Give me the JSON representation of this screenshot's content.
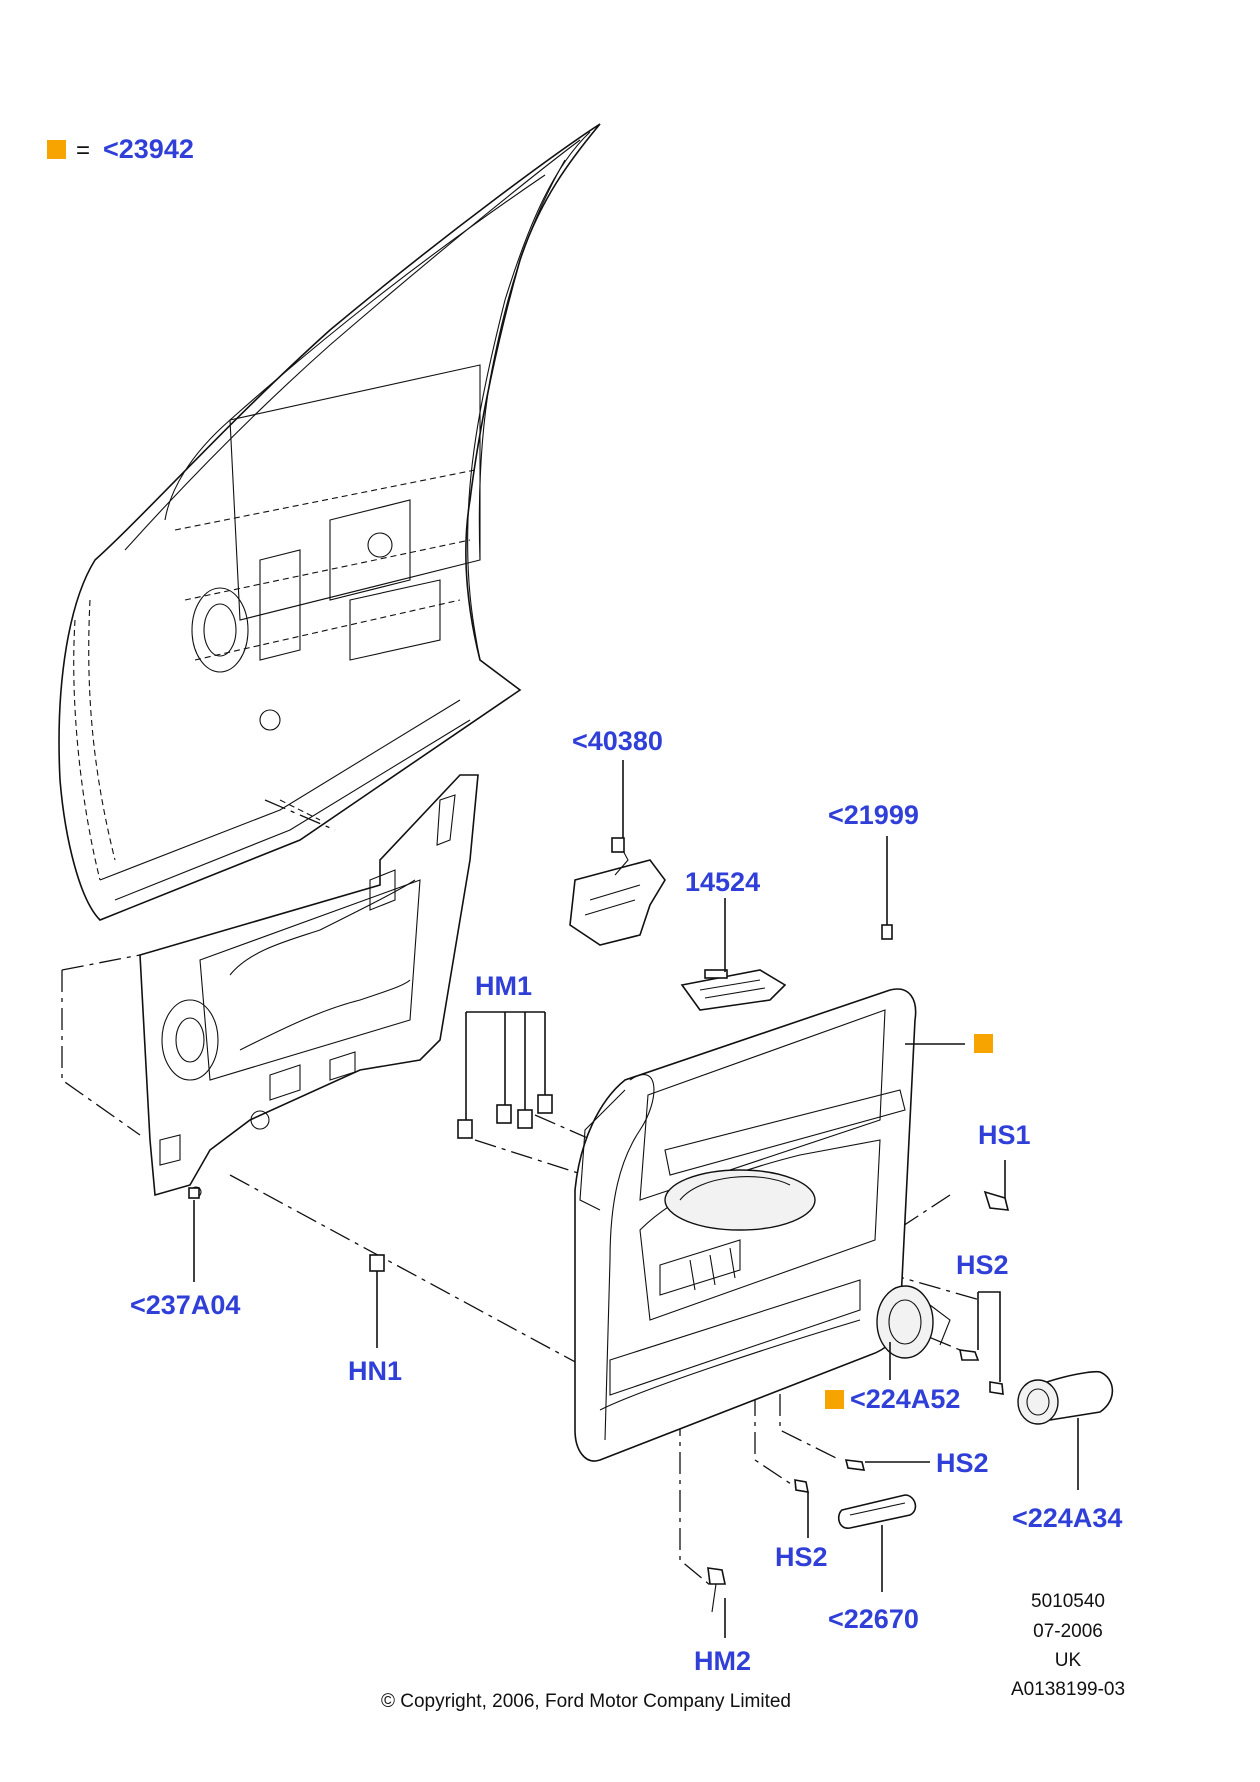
{
  "legend": {
    "marker_color": "#f7a400",
    "equals": "=",
    "ref": "<23942"
  },
  "colors": {
    "callout": "#2f3fd8",
    "marker": "#f7a400",
    "line": "#111111"
  },
  "callouts": {
    "c40380": "<40380",
    "c21999": "<21999",
    "c14524": "14524",
    "hm1": "HM1",
    "hs1": "HS1",
    "hs2_a": "HS2",
    "c224a52": "<224A52",
    "hs2_b": "HS2",
    "c224a34": "<224A34",
    "hs2_c": "HS2",
    "c22670": "<22670",
    "hm2": "HM2",
    "c237a04": "<237A04",
    "hn1": "HN1"
  },
  "info": {
    "line1": "5010540",
    "line2": "07-2006",
    "line3": "UK",
    "line4": "A0138199-03"
  },
  "copyright": "© Copyright, 2006, Ford Motor Company Limited"
}
